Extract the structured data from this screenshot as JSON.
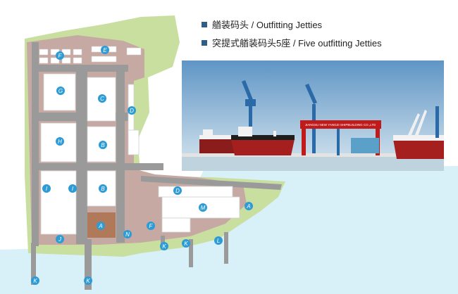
{
  "legend": [
    {
      "text": "艏装码头 / Outfitting Jetties",
      "color": "#2f5d8a"
    },
    {
      "text": "突提式艏装码头5座 / Five outfitting Jetties",
      "color": "#2f5d8a"
    }
  ],
  "photo": {
    "gantry_text": "JIANGSU NEW YANGZI SHIPBUILDING CO.,LTD"
  },
  "markers": [
    {
      "label": "F"
    },
    {
      "label": "E"
    },
    {
      "label": "G"
    },
    {
      "label": "C"
    },
    {
      "label": "D"
    },
    {
      "label": "H"
    },
    {
      "label": "B"
    },
    {
      "label": "I"
    },
    {
      "label": "I"
    },
    {
      "label": "B"
    },
    {
      "label": "D"
    },
    {
      "label": "M"
    },
    {
      "label": "A"
    },
    {
      "label": "A"
    },
    {
      "label": "F"
    },
    {
      "label": "N"
    },
    {
      "label": "J"
    },
    {
      "label": "K"
    },
    {
      "label": "K"
    },
    {
      "label": "L"
    },
    {
      "label": "K"
    },
    {
      "label": "K"
    }
  ],
  "colors": {
    "marker": "#2d9bd6",
    "green": "#c9dfa0",
    "road": "#9a9a9a",
    "ground": "#c7a9a3",
    "water": "#d8f0f8"
  }
}
